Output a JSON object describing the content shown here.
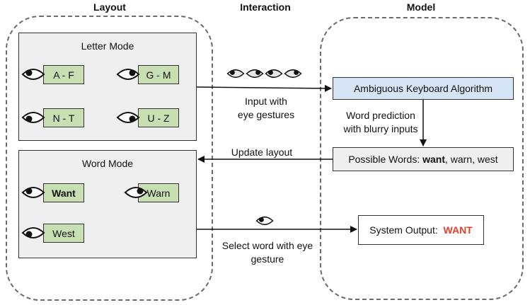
{
  "columns": {
    "layout": "Layout",
    "interaction": "Interaction",
    "model": "Model"
  },
  "letter_mode": {
    "title": "Letter Mode",
    "keys": [
      "A - F",
      "G - M",
      "N - T",
      "U - Z"
    ]
  },
  "word_mode": {
    "title": "Word Mode",
    "keys": [
      "Want",
      "Warn",
      "West"
    ]
  },
  "interaction": {
    "input_label_line1": "Input with",
    "input_label_line2": "eye gestures",
    "update_label": "Update layout",
    "select_label_line1": "Select word with eye",
    "select_label_line2": "gesture"
  },
  "model": {
    "algorithm": "Ambiguous Keyboard Algorithm",
    "prediction_line1": "Word prediction",
    "prediction_line2": "with blurry inputs",
    "possible_prefix": "Possible Words: ",
    "possible_bold": "want",
    "possible_rest": ", warn, west",
    "output_prefix": "System Output:  ",
    "output_value": "WANT"
  },
  "colors": {
    "key_fill": "#c8dfb3",
    "algorithm_fill": "#d6e5f5",
    "panel_fill": "#efefef",
    "output_accent": "#e0412f"
  },
  "icons": {
    "gesture": "eye-icon"
  }
}
